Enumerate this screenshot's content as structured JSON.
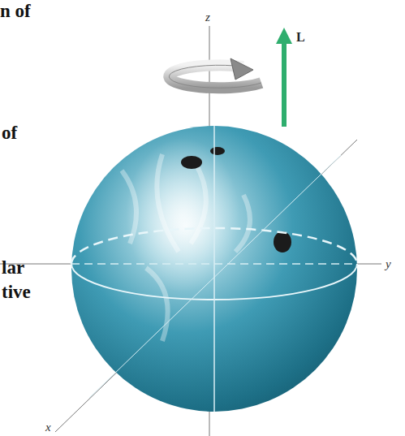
{
  "diagram": {
    "labels": [
      "n of",
      "of",
      "lar",
      "tive",
      "z",
      "L",
      "y",
      "x"
    ]
  }
}
